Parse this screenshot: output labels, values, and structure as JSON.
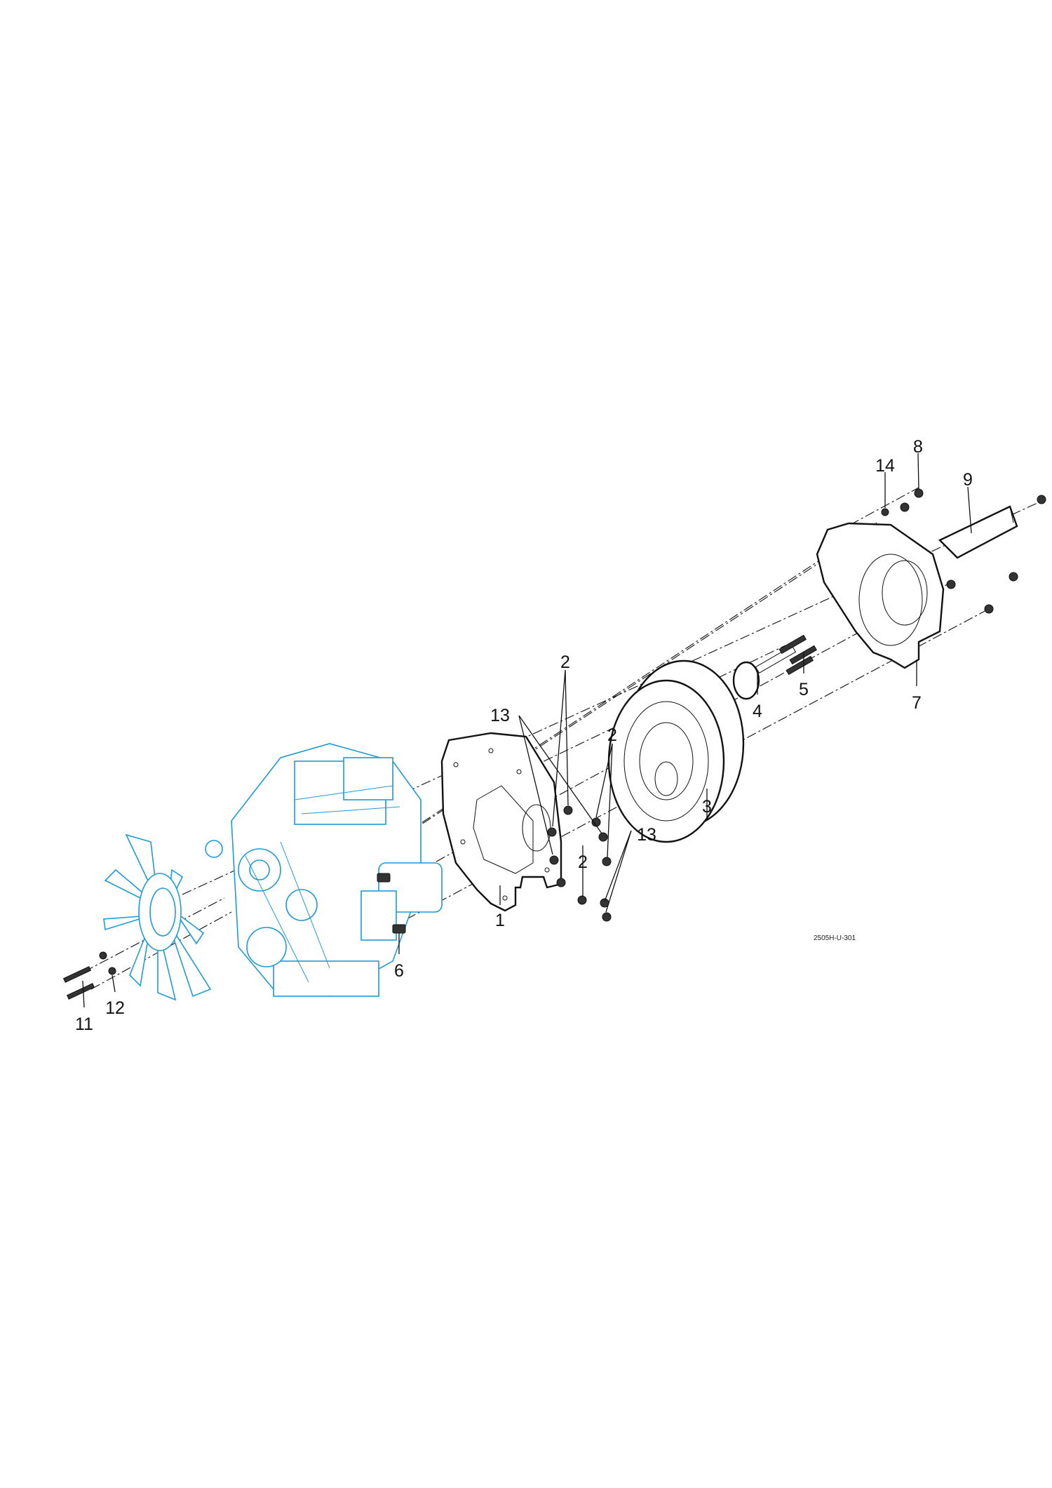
{
  "diagram": {
    "drawing_code": "2505H-U-301",
    "callouts": {
      "c1": "1",
      "c2a": "2",
      "c2b": "2",
      "c2c": "2",
      "c3": "3",
      "c4": "4",
      "c5": "5",
      "c6": "6",
      "c7": "7",
      "c8": "8",
      "c9": "9",
      "c11": "11",
      "c12": "12",
      "c13a": "13",
      "c13b": "13",
      "c14": "14"
    },
    "colors": {
      "engine": "#1e9ad6",
      "parts": "#111111"
    }
  }
}
